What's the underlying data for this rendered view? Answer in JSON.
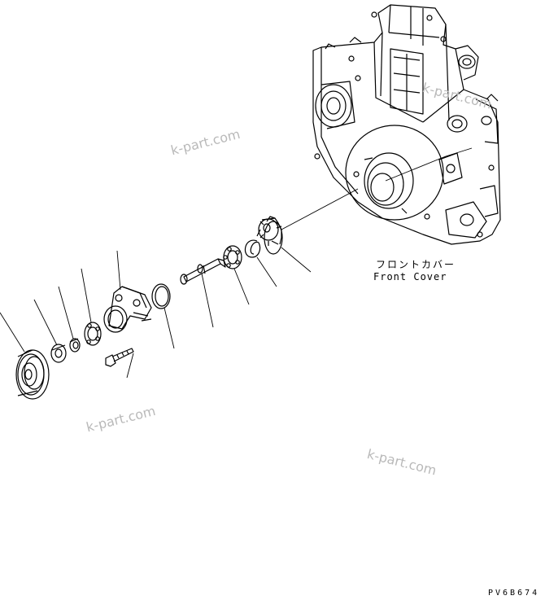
{
  "labels": {
    "front_cover_jp": "フロントカバー",
    "front_cover_en": "Front Cover",
    "drawing_no": "PV6B674"
  },
  "watermarks": [
    "k-part.com",
    "k-part.com",
    "k-part.com",
    "k-part.com"
  ],
  "colors": {
    "line": "#000000",
    "watermark": "#b9b9b9",
    "background": "#ffffff"
  }
}
